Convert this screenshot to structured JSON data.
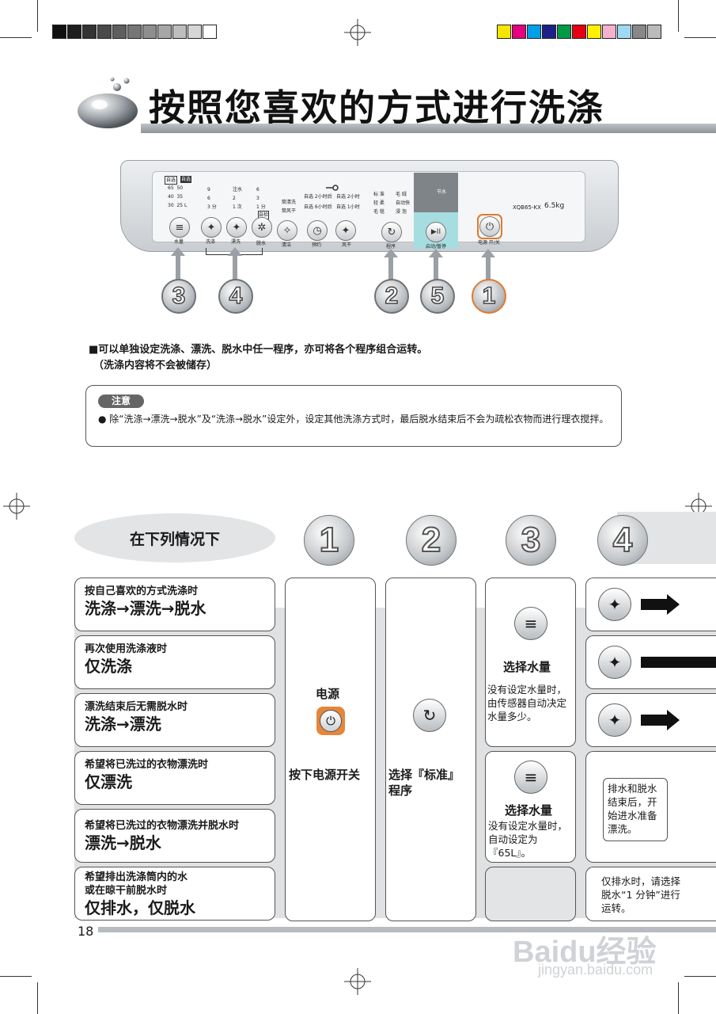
{
  "title": "按照您喜欢的方式进行洗涤",
  "panel": {
    "water_label": "水量",
    "water_levels": [
      [
        "65",
        "50"
      ],
      [
        "40",
        "35"
      ],
      [
        "30",
        "25 L"
      ]
    ],
    "water_tags": [
      "自选",
      "自选"
    ],
    "wash_label": "洗涤",
    "wash_times": [
      "9",
      "6",
      "3 分"
    ],
    "rinse_label": "漂洗",
    "rinse_times": [
      "注水",
      "2",
      "1 次"
    ],
    "spin_label": "脱水",
    "spin_times": [
      "6",
      "3",
      "1 分"
    ],
    "spin_tag": "自检",
    "clean_label": "清洁",
    "clean_opts": [
      "筒清洗",
      "筒风干"
    ],
    "timer_label": "预约",
    "timer_opts": [
      "自选 2小时后",
      "自选 6小时后",
      "自选 2小时",
      "自选 1小时"
    ],
    "dry_label": "风干",
    "program_label": "程序",
    "program_opts": [
      "标 准",
      "毛 绒",
      "轻 柔",
      "自动快",
      "毛 毯",
      "浸 泡"
    ],
    "save_label": "节水",
    "start_label": "启动/暂停",
    "start_icon": "▶II",
    "model": "XQB65-KX",
    "capacity": "6.5kg",
    "power_label": "电源 开/关"
  },
  "callouts": [
    "3",
    "4",
    "2",
    "5",
    "1"
  ],
  "note_line1": "■可以单独设定洗涤、漂洗、脱水中任一程序，亦可将各个程序组合运转。",
  "note_line2": "（洗涤内容将不会被储存）",
  "caution_label": "注意",
  "caution_text": "● 除“洗涤→漂洗→脱水”及“洗涤→脱水”设定外，设定其他洗涤方式时，最后脱水结束后不会为疏松衣物而进行理衣搅拌。",
  "table": {
    "header": "在下列情况下",
    "steps": [
      "1",
      "2",
      "3",
      "4"
    ],
    "conditions": [
      {
        "sub": "按自己喜欢的方式洗涤时",
        "main": "洗涤→漂洗→脱水"
      },
      {
        "sub": "再次使用洗涤液时",
        "main": "仅洗涤"
      },
      {
        "sub": "漂洗结束后无需脱水时",
        "main": "洗涤→漂洗"
      },
      {
        "sub": "希望将已洗过的衣物漂洗时",
        "main": "仅漂洗"
      },
      {
        "sub": "希望将已洗过的衣物漂洗并脱水时",
        "main": "漂洗→脱水"
      },
      {
        "sub": "希望排出洗涤筒内的水\n或在晾干前脱水时",
        "main": "仅排水，仅脱水"
      }
    ],
    "col1_title": "电源",
    "col1_action": "按下电源开关",
    "col2_action": "选择『标准』\n程序",
    "col3_a_title": "选择水量",
    "col3_a_text": "没有设定水量时，由传感器自动决定水量多少。",
    "col3_b_title": "选择水量",
    "col3_b_text": "没有设定水量时，自动设定为『65L』。",
    "col4_note1": "排水和脱水结束后，开始进水准备漂洗。",
    "col4_note2": "仅排水时，请选择脱水“1 分钟”进行运转。"
  },
  "page_number": "18",
  "watermark_logo": "Baidu经验",
  "watermark_url": "jingyan.baidu.com"
}
